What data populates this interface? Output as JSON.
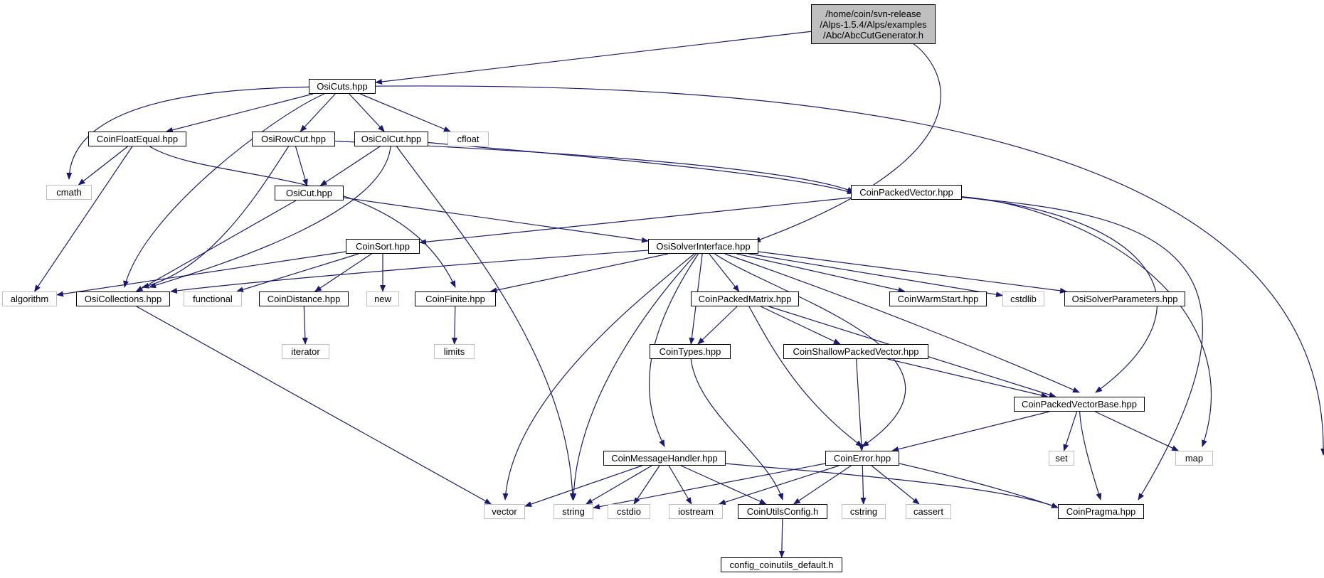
{
  "title": "",
  "nodes": [
    {
      "id": "root",
      "label": "/home/coin/svn-release\n/Alps-1.5.4/Alps/examples\n/Abc/AbcCutGenerator.h",
      "kind": "root"
    },
    {
      "id": "OsiCuts",
      "label": "OsiCuts.hpp",
      "kind": "file"
    },
    {
      "id": "CoinFloatEqual",
      "label": "CoinFloatEqual.hpp",
      "kind": "file"
    },
    {
      "id": "OsiRowCut",
      "label": "OsiRowCut.hpp",
      "kind": "file"
    },
    {
      "id": "OsiColCut",
      "label": "OsiColCut.hpp",
      "kind": "file"
    },
    {
      "id": "cfloat",
      "label": "cfloat",
      "kind": "system"
    },
    {
      "id": "cmath",
      "label": "cmath",
      "kind": "system"
    },
    {
      "id": "OsiCut",
      "label": "OsiCut.hpp",
      "kind": "file"
    },
    {
      "id": "CoinPackedVector",
      "label": "CoinPackedVector.hpp",
      "kind": "file"
    },
    {
      "id": "CoinSort",
      "label": "CoinSort.hpp",
      "kind": "file"
    },
    {
      "id": "OsiSolverInterface",
      "label": "OsiSolverInterface.hpp",
      "kind": "file"
    },
    {
      "id": "algorithm",
      "label": "algorithm",
      "kind": "system"
    },
    {
      "id": "OsiCollections",
      "label": "OsiCollections.hpp",
      "kind": "file"
    },
    {
      "id": "functional",
      "label": "functional",
      "kind": "system"
    },
    {
      "id": "CoinDistance",
      "label": "CoinDistance.hpp",
      "kind": "file"
    },
    {
      "id": "new",
      "label": "new",
      "kind": "system"
    },
    {
      "id": "CoinFinite",
      "label": "CoinFinite.hpp",
      "kind": "file"
    },
    {
      "id": "CoinPackedMatrix",
      "label": "CoinPackedMatrix.hpp",
      "kind": "file"
    },
    {
      "id": "CoinWarmStart",
      "label": "CoinWarmStart.hpp",
      "kind": "file"
    },
    {
      "id": "cstdlib",
      "label": "cstdlib",
      "kind": "system"
    },
    {
      "id": "OsiSolverParameters",
      "label": "OsiSolverParameters.hpp",
      "kind": "file"
    },
    {
      "id": "iterator",
      "label": "iterator",
      "kind": "system"
    },
    {
      "id": "limits",
      "label": "limits",
      "kind": "system"
    },
    {
      "id": "CoinTypes",
      "label": "CoinTypes.hpp",
      "kind": "file"
    },
    {
      "id": "CoinShallowPackedVector",
      "label": "CoinShallowPackedVector.hpp",
      "kind": "file"
    },
    {
      "id": "CoinPackedVectorBase",
      "label": "CoinPackedVectorBase.hpp",
      "kind": "file"
    },
    {
      "id": "CoinMessageHandler",
      "label": "CoinMessageHandler.hpp",
      "kind": "file"
    },
    {
      "id": "CoinError",
      "label": "CoinError.hpp",
      "kind": "file"
    },
    {
      "id": "set",
      "label": "set",
      "kind": "system"
    },
    {
      "id": "map",
      "label": "map",
      "kind": "system"
    },
    {
      "id": "vector",
      "label": "vector",
      "kind": "system"
    },
    {
      "id": "string",
      "label": "string",
      "kind": "system"
    },
    {
      "id": "cstdio",
      "label": "cstdio",
      "kind": "system"
    },
    {
      "id": "iostream",
      "label": "iostream",
      "kind": "system"
    },
    {
      "id": "CoinUtilsConfig",
      "label": "CoinUtilsConfig.h",
      "kind": "file"
    },
    {
      "id": "cstring",
      "label": "cstring",
      "kind": "system"
    },
    {
      "id": "cassert",
      "label": "cassert",
      "kind": "system"
    },
    {
      "id": "CoinPragma",
      "label": "CoinPragma.hpp",
      "kind": "file"
    },
    {
      "id": "config_coinutils_default",
      "label": "config_coinutils_default.h",
      "kind": "file"
    }
  ],
  "edges": [
    [
      "root",
      "OsiCuts"
    ],
    [
      "root",
      "OsiSolverInterface"
    ],
    [
      "OsiCuts",
      "cmath"
    ],
    [
      "OsiCuts",
      "CoinFloatEqual"
    ],
    [
      "OsiCuts",
      "OsiCollections"
    ],
    [
      "OsiCuts",
      "OsiRowCut"
    ],
    [
      "OsiCuts",
      "OsiColCut"
    ],
    [
      "OsiCuts",
      "cfloat"
    ],
    [
      "OsiCuts",
      "CoinPragma"
    ],
    [
      "CoinFloatEqual",
      "cmath"
    ],
    [
      "CoinFloatEqual",
      "algorithm"
    ],
    [
      "CoinFloatEqual",
      "CoinFinite"
    ],
    [
      "OsiRowCut",
      "OsiCut"
    ],
    [
      "OsiRowCut",
      "OsiCollections"
    ],
    [
      "OsiRowCut",
      "CoinPackedVector"
    ],
    [
      "OsiColCut",
      "OsiCut"
    ],
    [
      "OsiColCut",
      "OsiCollections"
    ],
    [
      "OsiColCut",
      "CoinPackedVector"
    ],
    [
      "OsiColCut",
      "string"
    ],
    [
      "OsiCut",
      "OsiCollections"
    ],
    [
      "OsiCut",
      "OsiSolverInterface"
    ],
    [
      "CoinPackedVector",
      "CoinSort"
    ],
    [
      "CoinPackedVector",
      "CoinPackedVectorBase"
    ],
    [
      "CoinPackedVector",
      "map"
    ],
    [
      "CoinPackedVector",
      "CoinPragma"
    ],
    [
      "CoinSort",
      "algorithm"
    ],
    [
      "CoinSort",
      "functional"
    ],
    [
      "CoinSort",
      "new"
    ],
    [
      "CoinSort",
      "CoinDistance"
    ],
    [
      "CoinDistance",
      "iterator"
    ],
    [
      "OsiSolverInterface",
      "OsiCollections"
    ],
    [
      "OsiSolverInterface",
      "CoinFinite"
    ],
    [
      "OsiSolverInterface",
      "vector"
    ],
    [
      "OsiSolverInterface",
      "string"
    ],
    [
      "OsiSolverInterface",
      "CoinMessageHandler"
    ],
    [
      "OsiSolverInterface",
      "CoinTypes"
    ],
    [
      "OsiSolverInterface",
      "CoinPackedMatrix"
    ],
    [
      "OsiSolverInterface",
      "CoinError"
    ],
    [
      "OsiSolverInterface",
      "CoinPackedVectorBase"
    ],
    [
      "OsiSolverInterface",
      "CoinWarmStart"
    ],
    [
      "OsiSolverInterface",
      "cstdlib"
    ],
    [
      "OsiSolverInterface",
      "OsiSolverParameters"
    ],
    [
      "CoinFinite",
      "limits"
    ],
    [
      "OsiCollections",
      "vector"
    ],
    [
      "CoinPackedMatrix",
      "CoinTypes"
    ],
    [
      "CoinPackedMatrix",
      "CoinShallowPackedVector"
    ],
    [
      "CoinPackedMatrix",
      "CoinPackedVectorBase"
    ],
    [
      "CoinPackedMatrix",
      "CoinError"
    ],
    [
      "CoinTypes",
      "CoinUtilsConfig"
    ],
    [
      "CoinShallowPackedVector",
      "CoinError"
    ],
    [
      "CoinShallowPackedVector",
      "CoinPackedVectorBase"
    ],
    [
      "CoinPackedVectorBase",
      "CoinError"
    ],
    [
      "CoinPackedVectorBase",
      "set"
    ],
    [
      "CoinPackedVectorBase",
      "map"
    ],
    [
      "CoinPackedVectorBase",
      "CoinPragma"
    ],
    [
      "CoinMessageHandler",
      "vector"
    ],
    [
      "CoinMessageHandler",
      "string"
    ],
    [
      "CoinMessageHandler",
      "cstdio"
    ],
    [
      "CoinMessageHandler",
      "iostream"
    ],
    [
      "CoinMessageHandler",
      "CoinUtilsConfig"
    ],
    [
      "CoinMessageHandler",
      "CoinPragma"
    ],
    [
      "CoinError",
      "string"
    ],
    [
      "CoinError",
      "iostream"
    ],
    [
      "CoinError",
      "CoinUtilsConfig"
    ],
    [
      "CoinError",
      "cstring"
    ],
    [
      "CoinError",
      "cassert"
    ],
    [
      "CoinError",
      "CoinPragma"
    ],
    [
      "CoinUtilsConfig",
      "config_coinutils_default"
    ]
  ]
}
